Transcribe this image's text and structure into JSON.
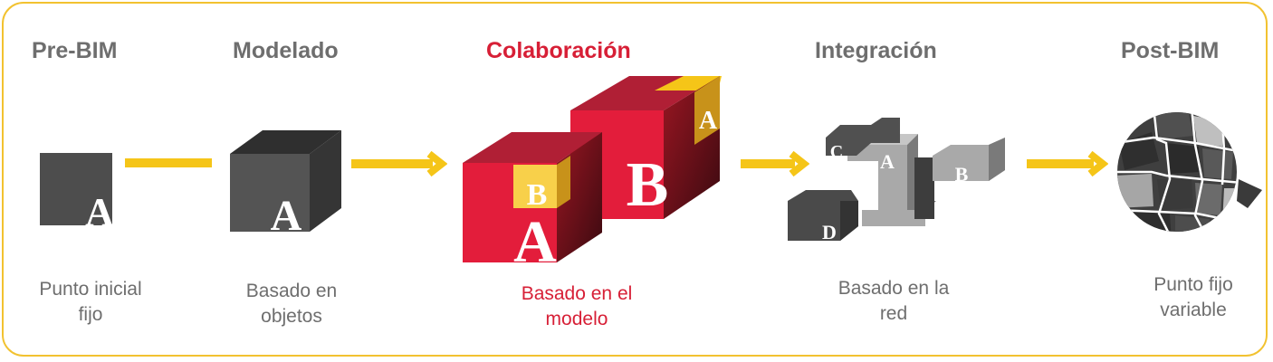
{
  "stages": [
    {
      "title": "Pre-BIM",
      "desc_line1": "Punto inicial",
      "desc_line2": "fijo"
    },
    {
      "title": "Modelado",
      "desc_line1": "Basado en",
      "desc_line2": "objetos"
    },
    {
      "title": "Colaboración",
      "desc_line1": "Basado en el",
      "desc_line2": "modelo"
    },
    {
      "title": "Integración",
      "desc_line1": "Basado en la",
      "desc_line2": "red"
    },
    {
      "title": "Post-BIM",
      "desc_line1": "Punto fijo",
      "desc_line2": "variable"
    }
  ],
  "letters": {
    "a": "A",
    "b": "B",
    "c": "C",
    "d": "D"
  },
  "colors": {
    "accent": "#d71f36",
    "gray_text": "#6e6e6e",
    "arrow": "#f5c518",
    "border": "#f2c230"
  }
}
